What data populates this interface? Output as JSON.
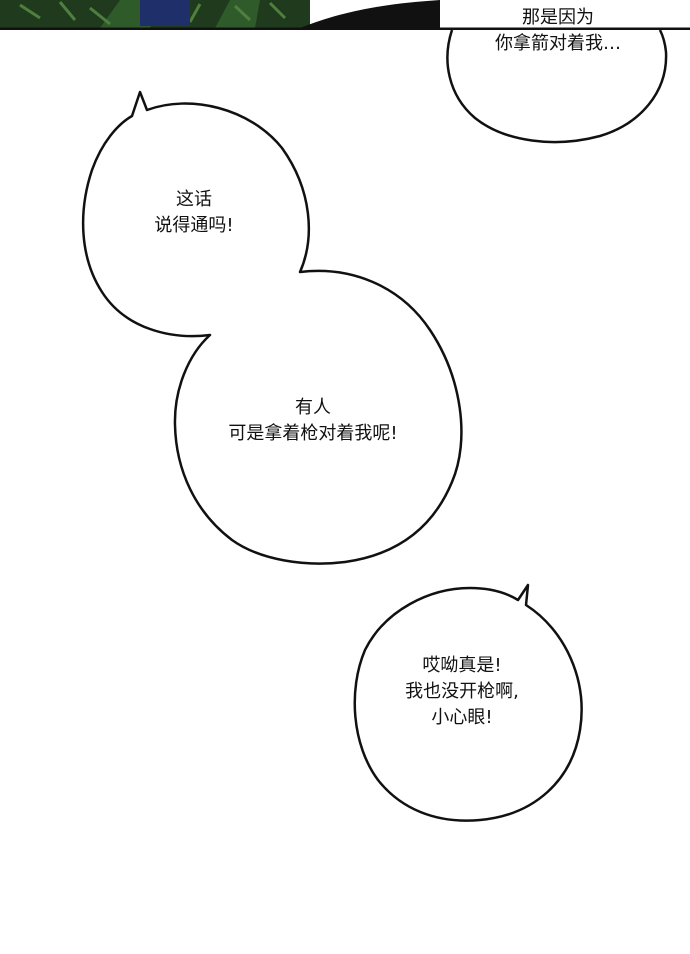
{
  "colors": {
    "ink": "#111111",
    "paper": "#ffffff",
    "grass_dark": "#1f3a1c",
    "grass_mid": "#2f5a2a",
    "grass_light": "#4f7f3e",
    "cloth_blue": "#1e2f6a"
  },
  "bubbles": [
    {
      "id": "top-right",
      "lines": [
        "那是因为",
        "你拿箭对着我…"
      ]
    },
    {
      "id": "upper-left",
      "lines": [
        "这话",
        "说得通吗!"
      ]
    },
    {
      "id": "middle",
      "lines": [
        "有人",
        "可是拿着枪对着我呢!"
      ]
    },
    {
      "id": "lower-right",
      "lines": [
        "哎呦真是!",
        "我也没开枪啊,",
        "小心眼!"
      ]
    }
  ]
}
